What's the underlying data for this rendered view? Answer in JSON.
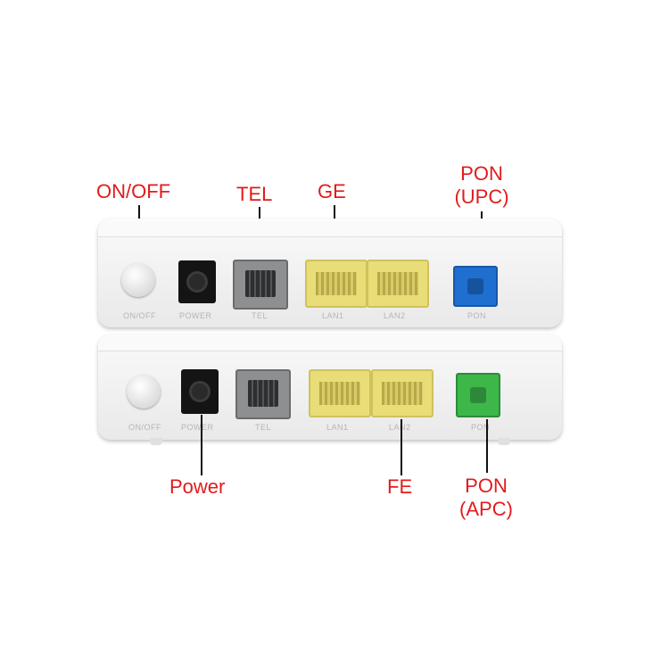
{
  "callouts": {
    "on_off": "ON/OFF",
    "tel": "TEL",
    "ge": "GE",
    "pon_upc_line1": "PON",
    "pon_upc_line2": "(UPC)",
    "power": "Power",
    "fe": "FE",
    "pon_apc_line1": "PON",
    "pon_apc_line2": "(APC)"
  },
  "colors": {
    "callout_text": "#e21b1b",
    "callout_line": "#111111",
    "upc_port": "#1f6fd1",
    "apc_port": "#3db74a",
    "lan_port": "#e9dd78",
    "tel_port": "#8e8f91"
  },
  "top_unit": {
    "port_labels": {
      "on_off": "ON/OFF",
      "power": "POWER",
      "tel": "TEL",
      "lan1": "LAN1",
      "lan2": "LAN2",
      "pon": "PON"
    }
  },
  "bottom_unit": {
    "port_labels": {
      "on_off": "ON/OFF",
      "power": "POWER",
      "tel": "TEL",
      "lan1": "LAN1",
      "lan2": "LAN2",
      "pon": "PON"
    }
  }
}
